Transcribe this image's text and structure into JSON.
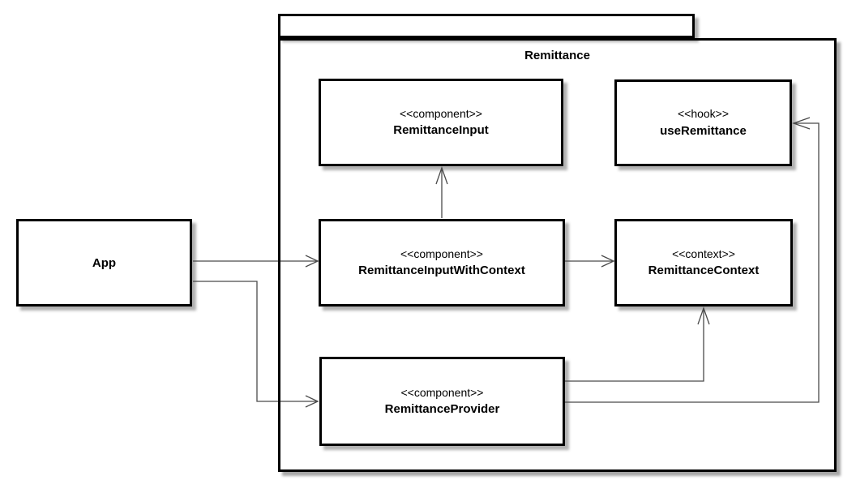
{
  "diagram": {
    "package": {
      "title": "Remittance"
    },
    "nodes": {
      "app": {
        "stereotype": "",
        "name": "App"
      },
      "input": {
        "stereotype": "<<component>>",
        "name": "RemittanceInput"
      },
      "hook": {
        "stereotype": "<<hook>>",
        "name": "useRemittance"
      },
      "riwc": {
        "stereotype": "<<component>>",
        "name": "RemittanceInputWithContext"
      },
      "context": {
        "stereotype": "<<context>>",
        "name": "RemittanceContext"
      },
      "provider": {
        "stereotype": "<<component>>",
        "name": "RemittanceProvider"
      }
    },
    "edges": [
      {
        "from": "App",
        "to": "RemittanceInputWithContext"
      },
      {
        "from": "App",
        "to": "RemittanceProvider"
      },
      {
        "from": "RemittanceInputWithContext",
        "to": "RemittanceInput"
      },
      {
        "from": "RemittanceInputWithContext",
        "to": "RemittanceContext"
      },
      {
        "from": "RemittanceProvider",
        "to": "RemittanceContext"
      },
      {
        "from": "RemittanceProvider",
        "to": "useRemittance"
      }
    ]
  },
  "colors": {
    "border": "#000000",
    "connector": "#4a4a4a",
    "shadow": "#b2b2b2",
    "background": "#ffffff",
    "node_fill": "#ffffff"
  }
}
